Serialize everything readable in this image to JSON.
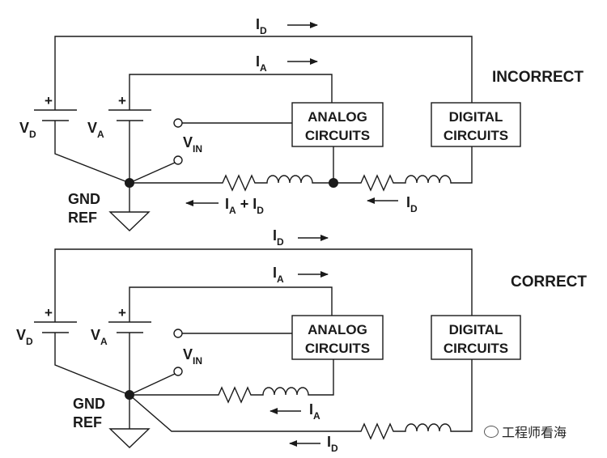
{
  "top": {
    "title": "INCORRECT",
    "id_top_main": "I",
    "id_top_sub": "D",
    "ia_top_main": "I",
    "ia_top_sub": "A",
    "vd_main": "V",
    "vd_sub": "D",
    "va_main": "V",
    "va_sub": "A",
    "vin_main": "V",
    "vin_sub": "IN",
    "analog_line1": "ANALOG",
    "analog_line2": "CIRCUITS",
    "digital_line1": "DIGITAL",
    "digital_line2": "CIRCUITS",
    "gnd_line1": "GND",
    "gnd_line2": "REF",
    "iaid_a_main": "I",
    "iaid_a_sub": "A",
    "iaid_plus": " + ",
    "iaid_d_main": "I",
    "iaid_d_sub": "D",
    "id_bottom_main": "I",
    "id_bottom_sub": "D",
    "plus_vd": "+",
    "plus_va": "+"
  },
  "bottom": {
    "title": "CORRECT",
    "id_top_main": "I",
    "id_top_sub": "D",
    "ia_top_main": "I",
    "ia_top_sub": "A",
    "vd_main": "V",
    "vd_sub": "D",
    "va_main": "V",
    "va_sub": "A",
    "vin_main": "V",
    "vin_sub": "IN",
    "analog_line1": "ANALOG",
    "analog_line2": "CIRCUITS",
    "digital_line1": "DIGITAL",
    "digital_line2": "CIRCUITS",
    "gnd_line1": "GND",
    "gnd_line2": "REF",
    "ia_return_main": "I",
    "ia_return_sub": "A",
    "id_return_main": "I",
    "id_return_sub": "D",
    "plus_vd": "+",
    "plus_va": "+"
  },
  "watermark": "工程师看海",
  "colors": {
    "ink": "#1a1a1a",
    "background": "#ffffff"
  }
}
